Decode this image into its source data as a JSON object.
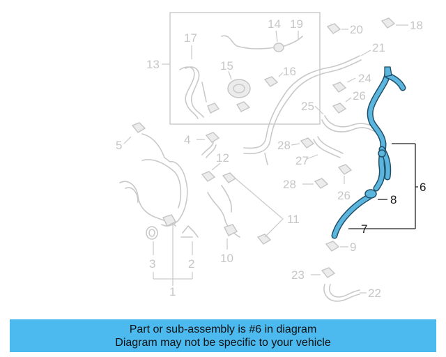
{
  "callouts": {
    "c1": "1",
    "c2": "2",
    "c3": "3",
    "c4": "4",
    "c5": "5",
    "c6": "6",
    "c7": "7",
    "c8": "8",
    "c9": "9",
    "c10": "10",
    "c11": "11",
    "c12": "12",
    "c13": "13",
    "c14": "14",
    "c15": "15",
    "c16": "16",
    "c17": "17",
    "c18": "18",
    "c19": "19",
    "c20": "20",
    "c21": "21",
    "c22": "22",
    "c23": "23",
    "c24": "24",
    "c25": "25",
    "c26a": "26",
    "c26b": "26",
    "c27": "27",
    "c28a": "28",
    "c28b": "28"
  },
  "caption": {
    "line1": "Part or sub-assembly is #6 in diagram",
    "line2": "Diagram may not be specific to your vehicle"
  },
  "colors": {
    "highlight_part": "#5bb5dc",
    "caption_bar": "#4cb9ef",
    "ghost_parts": "#c9c9c9"
  }
}
